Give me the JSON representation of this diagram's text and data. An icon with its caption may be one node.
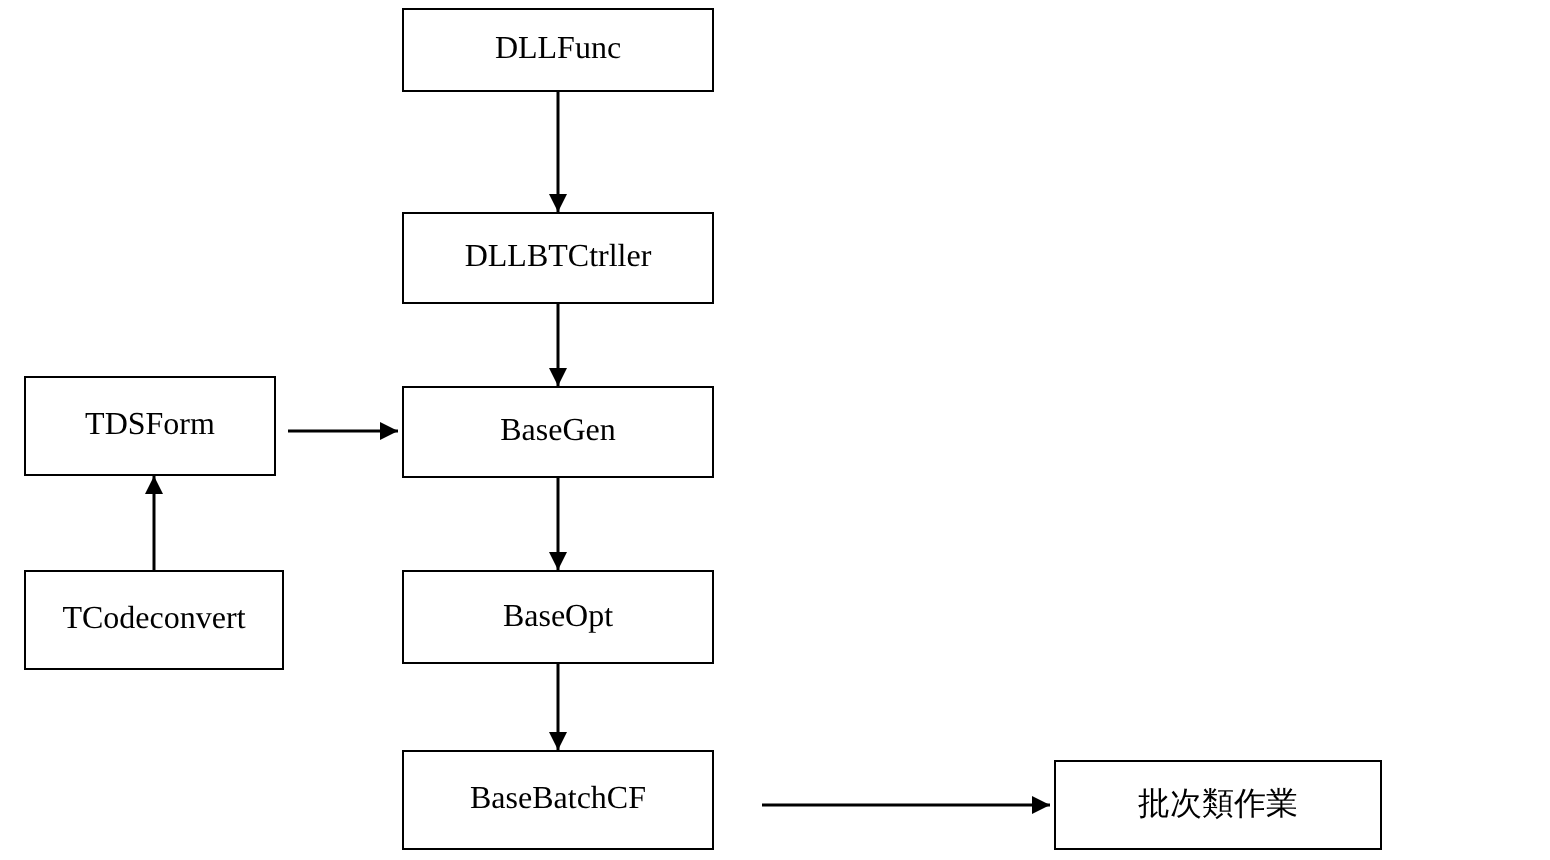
{
  "diagram": {
    "nodes": [
      {
        "text": [
          "DLLFunc"
        ]
      },
      {
        "text": [
          "DLLBTCtrller"
        ]
      },
      {
        "text": [
          "BaseGen"
        ]
      },
      {
        "text": [
          "TDSForm"
        ]
      },
      {
        "text": [
          "TCodeconvert"
        ]
      },
      {
        "text": [
          "BaseOpt"
        ]
      },
      {
        "text": [
          "BaseBatchCF"
        ]
      },
      {
        "text": [
          "批次類作業"
        ]
      }
    ],
    "edges": [
      {
        "from": 0,
        "to": 1,
        "arrow": "to"
      },
      {
        "from": 1,
        "to": 2,
        "arrow": "to"
      },
      {
        "from": 3,
        "to": 2,
        "arrow": "to"
      },
      {
        "from": 4,
        "to": 3,
        "arrow": "to"
      },
      {
        "from": 2,
        "to": 5,
        "arrow": "to"
      },
      {
        "from": 5,
        "to": 6,
        "arrow": "to"
      },
      {
        "from": 6,
        "to": 7,
        "arrow": "to"
      }
    ]
  }
}
